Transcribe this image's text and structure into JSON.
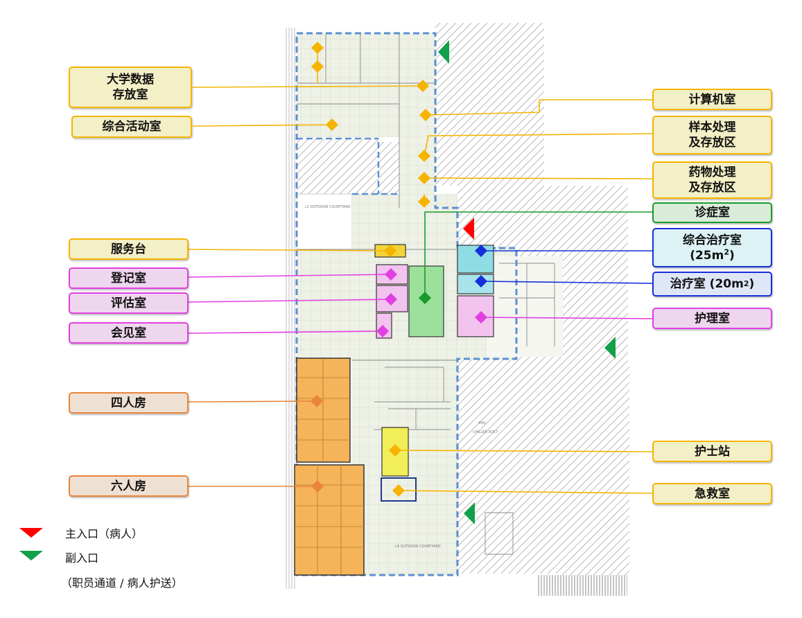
{
  "labels": {
    "data_room": "大学数据\n存放室",
    "activity_room": "综合活动室",
    "service_desk": "服务台",
    "registration_room": "登记室",
    "assessment_room": "评估室",
    "meeting_room": "会见室",
    "four_bed_room": "四人房",
    "six_bed_room": "六人房",
    "computer_room": "计算机室",
    "sample_processing": "样本处理\n及存放区",
    "drug_processing": "药物处理\n及存放区",
    "consultation_room": "诊症室",
    "treatment_room_main_1": "综合治疗室",
    "treatment_room_main_2": "(25m",
    "treatment_room_main_sup": "2",
    "treatment_room_main_3": ")",
    "treatment_room_1": "治疗室 (20m",
    "treatment_room_sup": "2",
    "treatment_room_2": ")",
    "nursing_room": "护理室",
    "nurse_station": "护士站",
    "emergency_room": "急救室"
  },
  "plan_texts": {
    "outdoor_courtyard_1": "L2\nOUTDOOR\nCOURTYARD",
    "outdoor_courtyard_2": "L4\nOUTDOOR\nCOURTYARD",
    "ahu": "AHU",
    "chiller_duct": "CHILLER DUCT"
  },
  "legend": {
    "main_entrance": "主入口（病人）",
    "side_entrance": "副入口",
    "side_entrance_note": "（职员通道 / 病人护送）"
  },
  "colors": {
    "yellow": "#f5b400",
    "orange": "#e8853a",
    "pink": "#e040e0",
    "green": "#1a9a2a",
    "blue": "#1530d8",
    "red_entrance": "#ff0000",
    "green_entrance": "#12a04a",
    "zone_outline": "#5b8fd0"
  }
}
